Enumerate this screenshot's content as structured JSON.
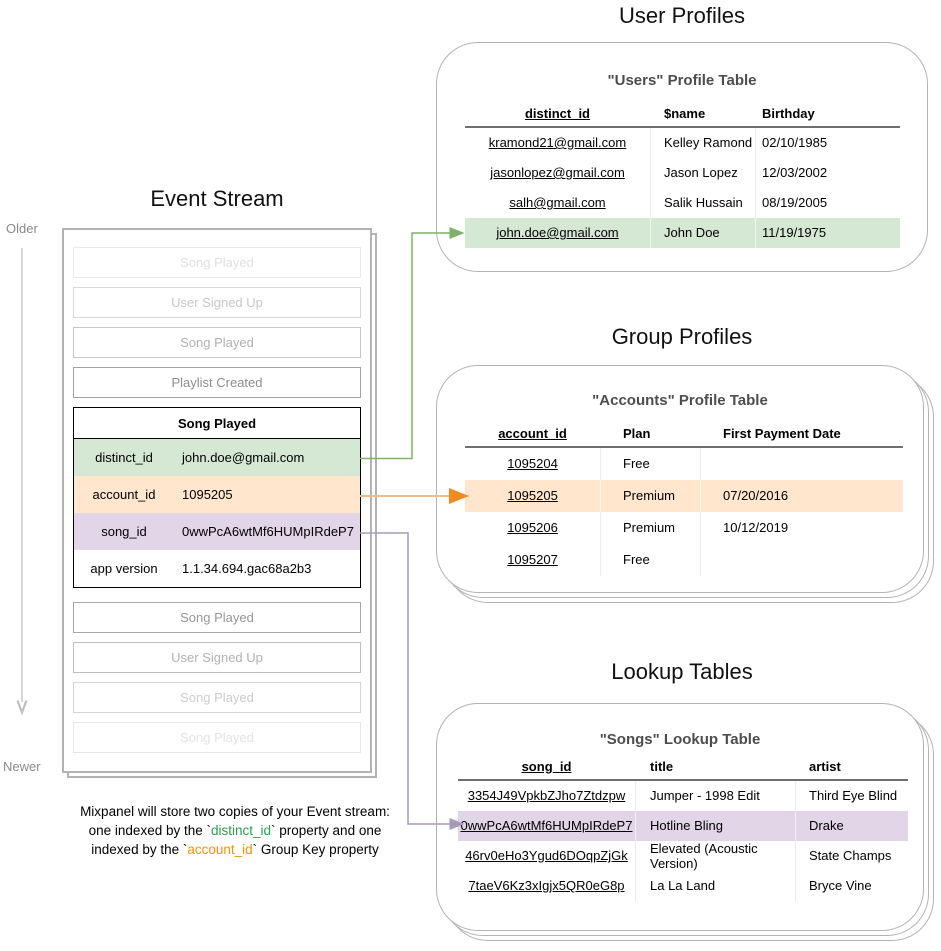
{
  "titles": {
    "user_profiles": "User Profiles",
    "event_stream": "Event Stream",
    "group_profiles": "Group Profiles",
    "lookup_tables": "Lookup Tables"
  },
  "timeline": {
    "older": "Older",
    "newer": "Newer"
  },
  "event_stream": {
    "events_before": [
      "Song Played",
      "User Signed Up",
      "Song Played",
      "Playlist Created"
    ],
    "expanded_event": {
      "title": "Song Played",
      "properties": [
        {
          "key": "distinct_id",
          "value": "john.doe@gmail.com",
          "highlight": "green"
        },
        {
          "key": "account_id",
          "value": "1095205",
          "highlight": "orange"
        },
        {
          "key": "song_id",
          "value": "0wwPcA6wtMf6HUMpIRdeP7",
          "highlight": "purple"
        },
        {
          "key": "app version",
          "value": "1.1.34.694.gac68a2b3",
          "highlight": "none"
        }
      ]
    },
    "events_after": [
      "Song Played",
      "User Signed Up",
      "Song Played",
      "Song Played"
    ]
  },
  "users_table": {
    "title": "\"Users\" Profile Table",
    "headers": [
      "distinct_id",
      "$name",
      "Birthday"
    ],
    "rows": [
      [
        "kramond21@gmail.com",
        "Kelley Ramond",
        "02/10/1985"
      ],
      [
        "jasonlopez@gmail.com",
        "Jason Lopez",
        "12/03/2002"
      ],
      [
        "salh@gmail.com",
        "Salik Hussain",
        "08/19/2005"
      ],
      [
        "john.doe@gmail.com",
        "John Doe",
        "11/19/1975"
      ]
    ],
    "highlight": {
      "row": 3,
      "color": "green"
    }
  },
  "accounts_table": {
    "title": "\"Accounts\" Profile Table",
    "headers": [
      "account_id",
      "Plan",
      "First Payment Date"
    ],
    "rows": [
      [
        "1095204",
        "Free",
        ""
      ],
      [
        "1095205",
        "Premium",
        "07/20/2016"
      ],
      [
        "1095206",
        "Premium",
        "10/12/2019"
      ],
      [
        "1095207",
        "Free",
        ""
      ]
    ],
    "highlight": {
      "row": 1,
      "color": "orange"
    }
  },
  "songs_table": {
    "title": "\"Songs\" Lookup Table",
    "headers": [
      "song_id",
      "title",
      "artist"
    ],
    "rows": [
      [
        "3354J49VpkbZJho7Ztdzpw",
        "Jumper - 1998 Edit",
        "Third Eye Blind"
      ],
      [
        "0wwPcA6wtMf6HUMpIRdeP7",
        "Hotline Bling",
        "Drake"
      ],
      [
        "46rv0eHo3Ygud6DOqpZjGk",
        "Elevated (Acoustic Version)",
        "State Champs"
      ],
      [
        "7taeV6Kz3xIgjx5QR0eG8p",
        "La La Land",
        "Bryce Vine"
      ]
    ],
    "highlight": {
      "row": 1,
      "color": "purple"
    }
  },
  "note": {
    "line1": "Mixpanel will store two copies of your Event stream:",
    "line2": [
      {
        "t": "one indexed by the `"
      },
      {
        "t": "distinct_id",
        "c": "green"
      },
      {
        "t": "` property and one"
      }
    ],
    "line3": [
      {
        "t": "indexed by the `"
      },
      {
        "t": "account_id",
        "c": "orange"
      },
      {
        "t": "` Group Key property"
      }
    ]
  },
  "colors": {
    "green_fill": "#d5e8d4",
    "green_stroke": "#7fb269",
    "orange_fill": "#ffe6cc",
    "orange_line": "#eebc85",
    "orange_head": "#f18a1f",
    "purple_fill": "#e1d5e7",
    "purple_stroke": "#a79ab8",
    "note_green": "#2e9e4d",
    "note_orange": "#f59300",
    "card_border": "#b3b3b3"
  }
}
